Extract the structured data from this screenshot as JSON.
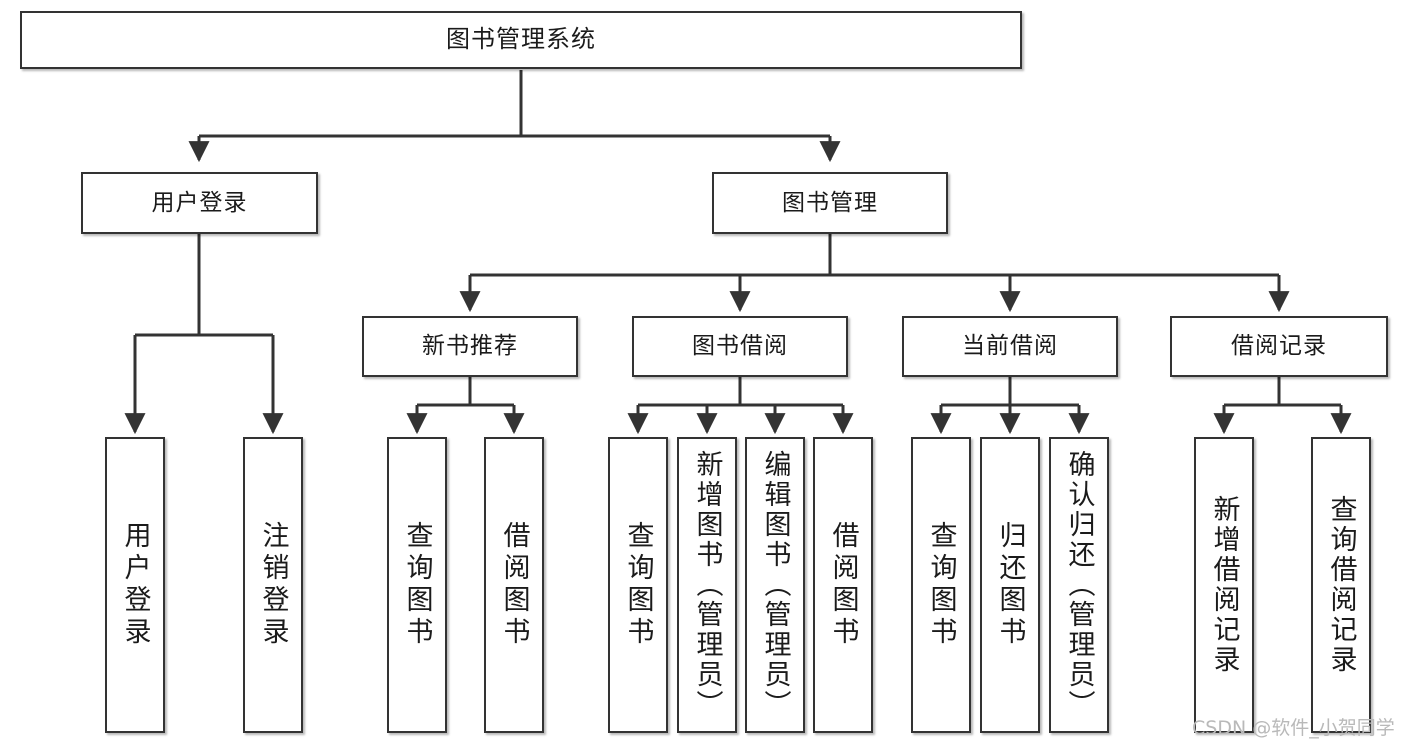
{
  "diagram": {
    "type": "tree",
    "title": "图书管理系统",
    "orientation": "top-down",
    "colors": {
      "box_border": "#333333",
      "box_fill": "#ffffff",
      "connector": "#333333",
      "text": "#1b1b1b",
      "watermark": "#b9b9b9"
    },
    "nodes": {
      "root": {
        "label": "图书管理系统"
      },
      "level2": [
        {
          "id": "user-login",
          "label": "用户登录"
        },
        {
          "id": "book-manage",
          "label": "图书管理"
        }
      ],
      "level3": [
        {
          "id": "new-book-rec",
          "label": "新书推荐"
        },
        {
          "id": "book-borrow",
          "label": "图书借阅"
        },
        {
          "id": "current-borrow",
          "label": "当前借阅"
        },
        {
          "id": "borrow-record",
          "label": "借阅记录"
        }
      ],
      "leaves": {
        "user_login": [
          {
            "id": "leaf-user-login",
            "label": "用户登录"
          },
          {
            "id": "leaf-logout-login",
            "label": "注销登录"
          }
        ],
        "new_book_rec": [
          {
            "id": "leaf-query-book-1",
            "label": "查询图书"
          },
          {
            "id": "leaf-borrow-book-1",
            "label": "借阅图书"
          }
        ],
        "book_borrow": [
          {
            "id": "leaf-query-book-2",
            "label": "查询图书"
          },
          {
            "id": "leaf-add-book",
            "label": "新增图书（管理员）"
          },
          {
            "id": "leaf-edit-book",
            "label": "编辑图书（管理员）"
          },
          {
            "id": "leaf-borrow-book-2",
            "label": "借阅图书"
          }
        ],
        "current_borrow": [
          {
            "id": "leaf-query-book-3",
            "label": "查询图书"
          },
          {
            "id": "leaf-return-book",
            "label": "归还图书"
          },
          {
            "id": "leaf-confirm-return",
            "label": "确认归还（管理员）"
          }
        ],
        "borrow_record": [
          {
            "id": "leaf-add-record",
            "label": "新增借阅记录"
          },
          {
            "id": "leaf-query-record",
            "label": "查询借阅记录"
          }
        ]
      }
    },
    "watermark": "CSDN @软件_小贺同学"
  }
}
